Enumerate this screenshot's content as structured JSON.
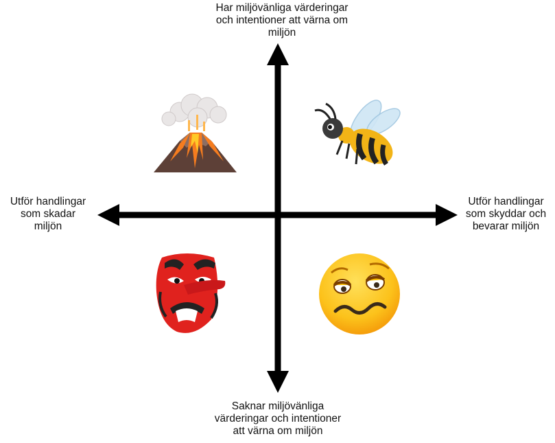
{
  "axes": {
    "top_label": [
      "Har miljövänliga värderingar",
      "och intentioner att värna om",
      "miljön"
    ],
    "bottom_label": [
      "Saknar miljövänliga",
      "värderingar och intentioner",
      "att värna om miljön"
    ],
    "left_label": [
      "Utför handlingar",
      "som skadar",
      "miljön"
    ],
    "right_label": [
      "Utför handlingar",
      "som skyddar och",
      "bevarar miljön"
    ]
  },
  "quadrants": {
    "top_left": {
      "icon": "volcano-icon"
    },
    "top_right": {
      "icon": "bee-icon"
    },
    "bottom_left": {
      "icon": "goblin-mask-icon"
    },
    "bottom_right": {
      "icon": "woozy-face-icon"
    }
  },
  "colors": {
    "axis": "#000000",
    "volcano_lava": "#f57c1f",
    "bee_yellow": "#f2b417",
    "goblin_red": "#e0221e",
    "face_yellow": "#fcc21b"
  }
}
